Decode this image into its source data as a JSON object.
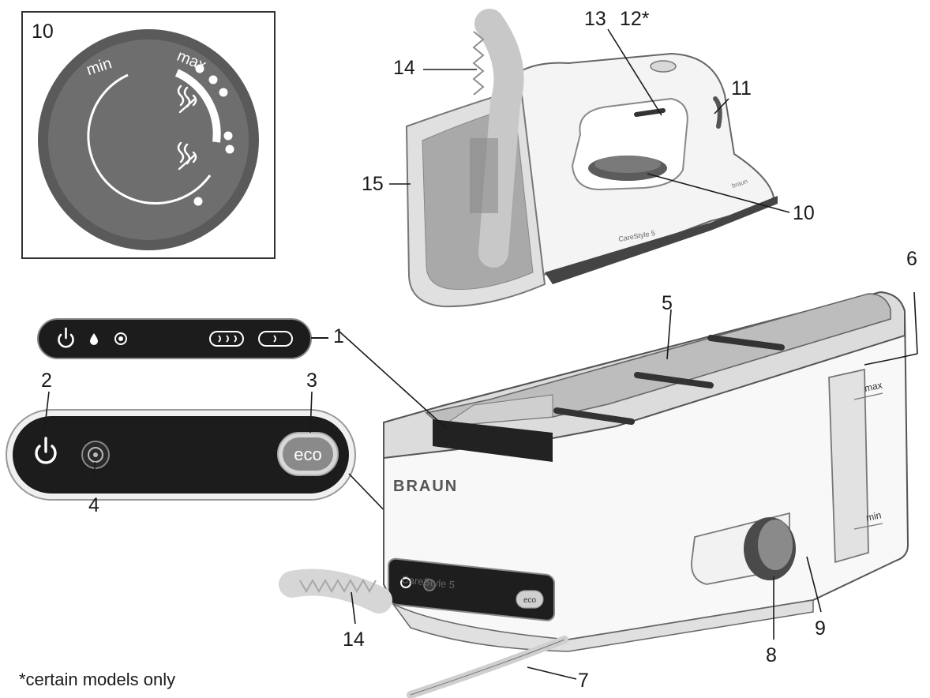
{
  "inset": {
    "label": "10",
    "min_label": "min",
    "max_label": "max"
  },
  "panel": {
    "eco_label": "eco"
  },
  "base": {
    "brand": "BRAUN",
    "model": "CareStyle 5",
    "tank_max": "max",
    "tank_min": "min",
    "mini_eco": "eco"
  },
  "iron": {
    "model": "CareStyle 5",
    "brand": "braun"
  },
  "callouts": {
    "c1": "1",
    "c2": "2",
    "c3": "3",
    "c4": "4",
    "c5": "5",
    "c6": "6",
    "c7": "7",
    "c8": "8",
    "c9": "9",
    "c10": "10",
    "c11": "11",
    "c12": "12*",
    "c13": "13",
    "c14_top": "14",
    "c14_bottom": "14",
    "c15": "15"
  },
  "footnote": "*certain models only",
  "colors": {
    "line": "#1a1a1a",
    "dial_dark": "#666666",
    "dial_ring": "#555555",
    "panel_dark": "#1c1c1c",
    "eco_btn": "#8a8a8a",
    "base_light": "#f7f7f7",
    "grey_mid": "#b9b9b9"
  }
}
